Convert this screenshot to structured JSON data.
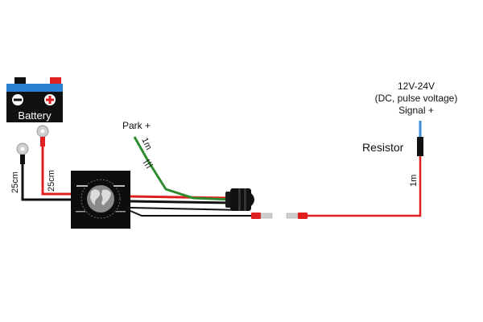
{
  "battery": {
    "label": "Battery",
    "minus_symbol": "−",
    "plus_symbol": "+"
  },
  "labels": {
    "cable_negative": "25cm",
    "cable_positive": "25cm",
    "park": "Park +",
    "park_length": "1m",
    "resistor": "Resistor",
    "signal_length": "1m",
    "signal_line1": "12V-24V",
    "signal_line2": "(DC, pulse voltage)",
    "signal_line3": "Signal +"
  },
  "colors": {
    "positive_wire": "#e02020",
    "negative_wire": "#111111",
    "park_wire": "#2e8b2e",
    "signal_wire": "#3a8fd6",
    "module": "#0d0d0d"
  }
}
